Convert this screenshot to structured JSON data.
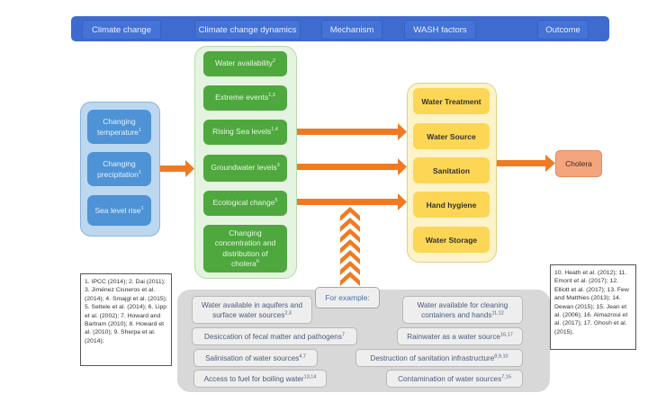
{
  "header": {
    "columns": [
      "Climate change",
      "Climate change dynamics",
      "Mechanism",
      "WASH factors",
      "Outcome"
    ]
  },
  "climate_change": [
    {
      "label": "Changing temperature",
      "ref": "1"
    },
    {
      "label": "Changing precipitation",
      "ref": "1"
    },
    {
      "label": "Sea level rise",
      "ref": "1"
    }
  ],
  "dynamics": [
    {
      "label": "Water availability",
      "ref": "2"
    },
    {
      "label": "Extreme events",
      "ref": "1,3"
    },
    {
      "label": "Rising Sea levels",
      "ref": "1,4"
    },
    {
      "label": "Groundwater levels",
      "ref": "3"
    },
    {
      "label": "Ecological change",
      "ref": "5"
    },
    {
      "label": "Changing concentration and distribution of cholera",
      "ref": "6"
    }
  ],
  "wash_factors": [
    "Water Treatment",
    "Water Source",
    "Sanitation",
    "Hand hygiene",
    "Water Storage"
  ],
  "outcome": "Cholera",
  "colors": {
    "header": "#3f6bcf",
    "climate": "#4e93d6",
    "dynamics": "#4ea83e",
    "wash": "#fcd654",
    "outcome": "#f5a57e",
    "arrow": "#f07a22"
  },
  "mechanism": {
    "title": "For example:",
    "items": [
      {
        "label": "Water available in aquifers and surface water sources",
        "ref": "2,3"
      },
      {
        "label": "Desiccation of fecal matter and pathogens",
        "ref": "7"
      },
      {
        "label": "Salinisation of water sources",
        "ref": "4,7"
      },
      {
        "label": "Access to fuel for boiling water",
        "ref": "13,14"
      },
      {
        "label": "Water available for cleaning containers and hands",
        "ref": "11,12"
      },
      {
        "label": "Rainwater as a water source",
        "ref": "16,17"
      },
      {
        "label": "Destruction of sanitation infrastructure",
        "ref": "8,9,10"
      },
      {
        "label": "Contamination of water sources",
        "ref": "7,15"
      }
    ]
  },
  "references_left": "1. IPCC (2014); 2. Dai (2011); 3. Jiménez Cisneros et al. (2014); 4. Smajgl et al. (2015); 5. Settele et al. (2014); 6. Lipp et al. (2002); 7. Howard and Bartram (2010); 8. Howard et al. (2010); 9. Sherpa et al. (2014);",
  "references_right": "10. Heath et al. (2012); 11. Emont et al. (2017); 12. Elliott et al. (2017); 13. Few and Matthies (2013); 14. Dewan (2015); 15. Jean et al. (2006); 16. Almazroui et al. (2017); 17. Ghosh et al. (2015)."
}
